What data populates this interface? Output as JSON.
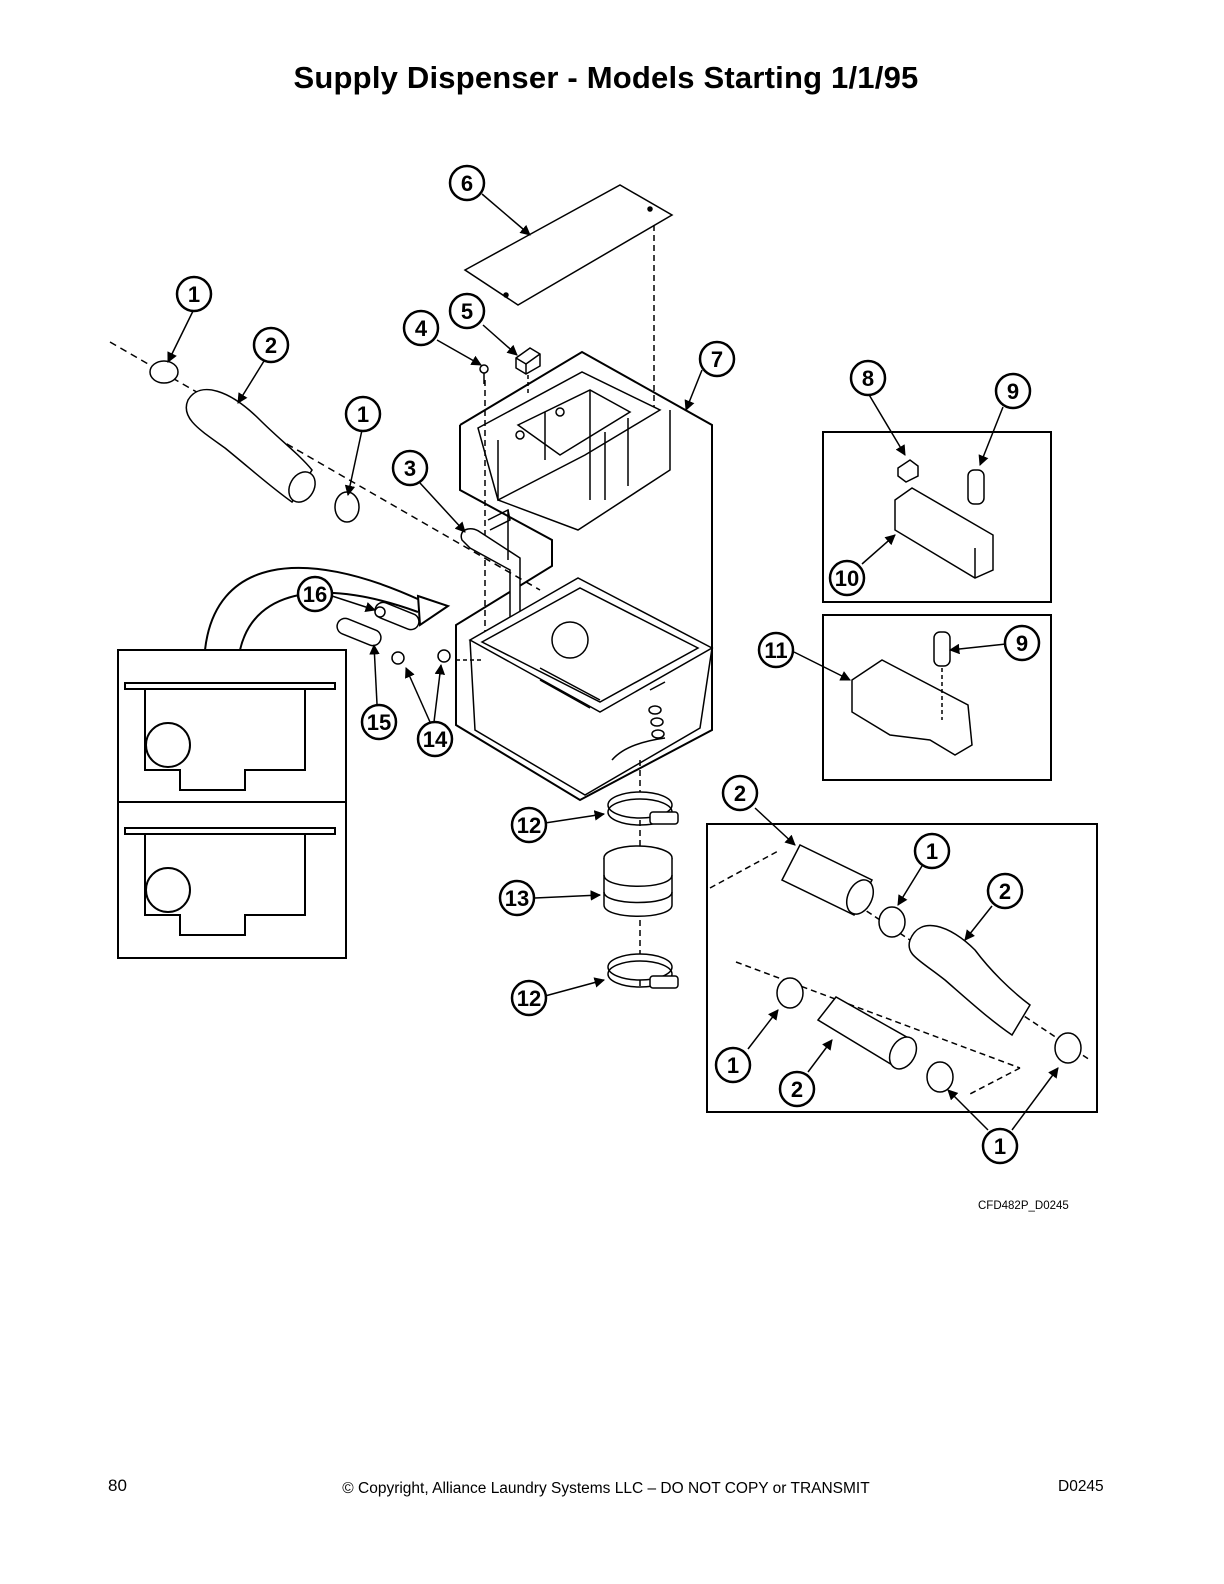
{
  "page": {
    "title": "Supply Dispenser - Models Starting 1/1/95",
    "drawing_code": "CFD482P_D0245",
    "page_number": "80",
    "copyright": "© Copyright, Alliance Laundry Systems LLC – DO NOT COPY or TRANSMIT",
    "doc_code": "D0245"
  },
  "callouts": [
    {
      "id": "c1a",
      "label": "1"
    },
    {
      "id": "c2a",
      "label": "2"
    },
    {
      "id": "c1b",
      "label": "1"
    },
    {
      "id": "c3",
      "label": "3"
    },
    {
      "id": "c4",
      "label": "4"
    },
    {
      "id": "c5",
      "label": "5"
    },
    {
      "id": "c6",
      "label": "6"
    },
    {
      "id": "c7",
      "label": "7"
    },
    {
      "id": "c8",
      "label": "8"
    },
    {
      "id": "c9a",
      "label": "9"
    },
    {
      "id": "c10",
      "label": "10"
    },
    {
      "id": "c11",
      "label": "11"
    },
    {
      "id": "c9b",
      "label": "9"
    },
    {
      "id": "c16",
      "label": "16"
    },
    {
      "id": "c15",
      "label": "15"
    },
    {
      "id": "c14",
      "label": "14"
    },
    {
      "id": "c12a",
      "label": "12"
    },
    {
      "id": "c13",
      "label": "13"
    },
    {
      "id": "c12b",
      "label": "12"
    },
    {
      "id": "c2b",
      "label": "2"
    },
    {
      "id": "c1c",
      "label": "1"
    },
    {
      "id": "c2c",
      "label": "2"
    },
    {
      "id": "c1d",
      "label": "1"
    },
    {
      "id": "c2d",
      "label": "2"
    },
    {
      "id": "c1e",
      "label": "1"
    }
  ]
}
